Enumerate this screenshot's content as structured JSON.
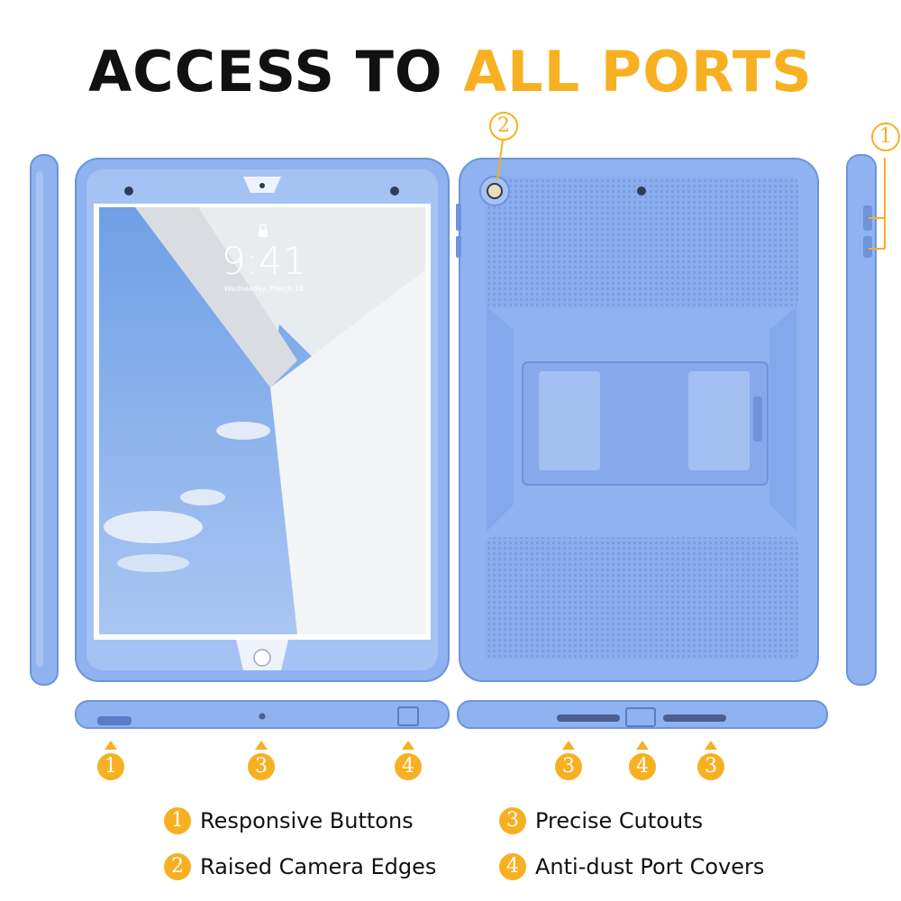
{
  "title": {
    "part1": "ACCESS TO",
    "part2": "ALL PORTS"
  },
  "screen": {
    "time": "9:41",
    "date": "Wednesday, March 18"
  },
  "badges": {
    "camera": "2",
    "side_buttons": "1",
    "bottom_left": [
      "1",
      "3",
      "4"
    ],
    "bottom_right": [
      "3",
      "4",
      "3"
    ]
  },
  "legend": [
    {
      "number": "1",
      "text": "Responsive Buttons"
    },
    {
      "number": "2",
      "text": "Raised Camera Edges"
    },
    {
      "number": "3",
      "text": "Precise Cutouts"
    },
    {
      "number": "4",
      "text": "Anti-dust Port Covers"
    }
  ],
  "colors": {
    "case": "#8fb2f0",
    "case_dark": "#6f93da",
    "accent": "#f7b021",
    "title_dark": "#111111"
  }
}
